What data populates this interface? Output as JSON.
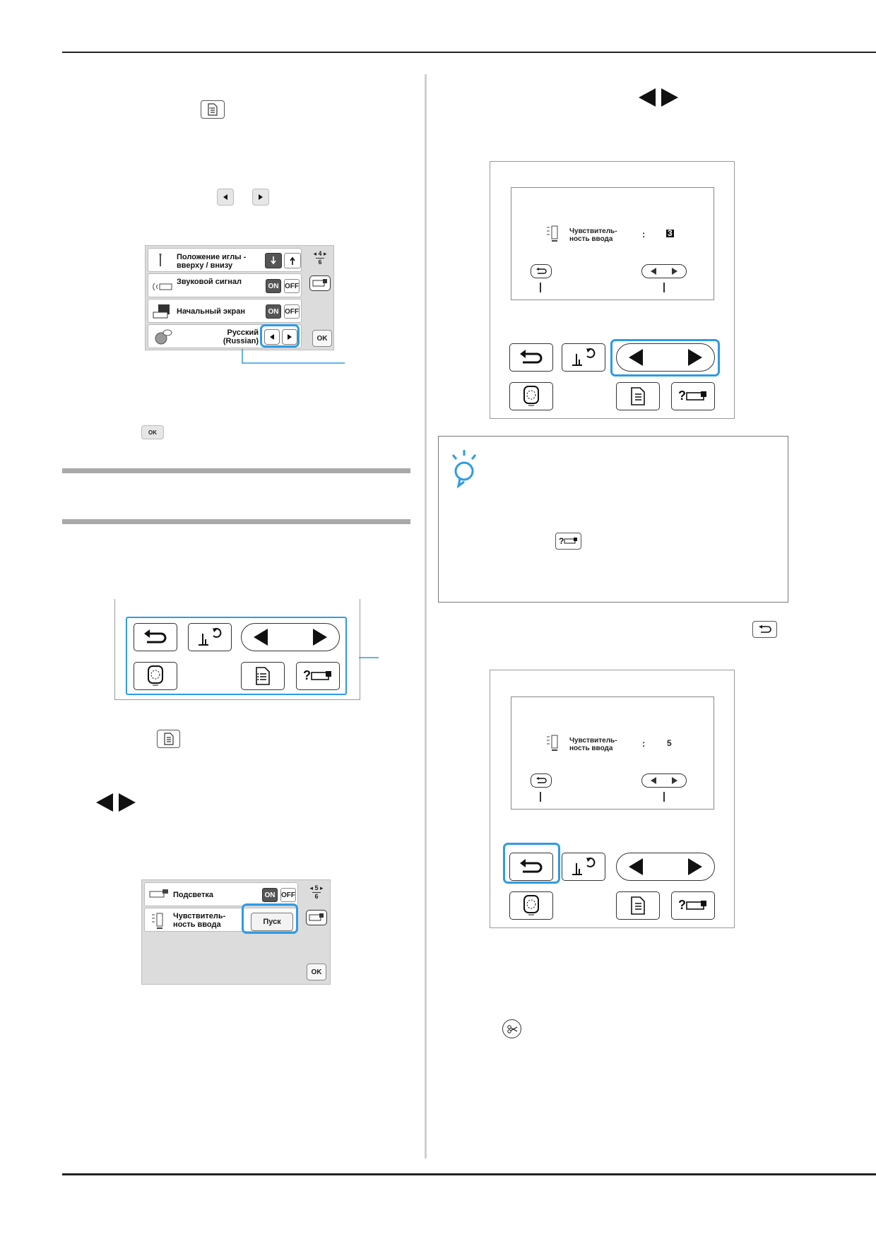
{
  "screens": {
    "language": {
      "rows": [
        {
          "label": "Положение иглы - вверху / внизу"
        },
        {
          "label": "Звуковой сигнал",
          "on": "ON",
          "off": "OFF"
        },
        {
          "label": "Начальный экран",
          "on": "ON",
          "off": "OFF"
        },
        {
          "label": "Русский (Russian)"
        }
      ],
      "page_current": "4",
      "page_total": "6",
      "ok": "OK"
    },
    "sensitivity": {
      "rows": [
        {
          "label": "Подсветка",
          "on": "ON",
          "off": "OFF"
        },
        {
          "label": "Чувствитель- ность ввода",
          "button": "Пуск"
        }
      ],
      "page_current": "5",
      "page_total": "6",
      "ok": "OK"
    }
  },
  "lcd_displays": [
    {
      "label": "Чувствитель- ность ввода",
      "colon": ":",
      "value": "3"
    },
    {
      "label": "Чувствитель- ность ввода",
      "colon": ":",
      "value": "5"
    }
  ],
  "icons": {
    "settings": "settings-icon",
    "left_arrow": "left-arrow-icon",
    "right_arrow": "right-arrow-icon",
    "back": "back-icon",
    "help": "help-icon",
    "note": "note-lightbulb-icon",
    "cutter": "thread-cutter-icon"
  },
  "colors": {
    "highlight": "#2f9be3"
  }
}
